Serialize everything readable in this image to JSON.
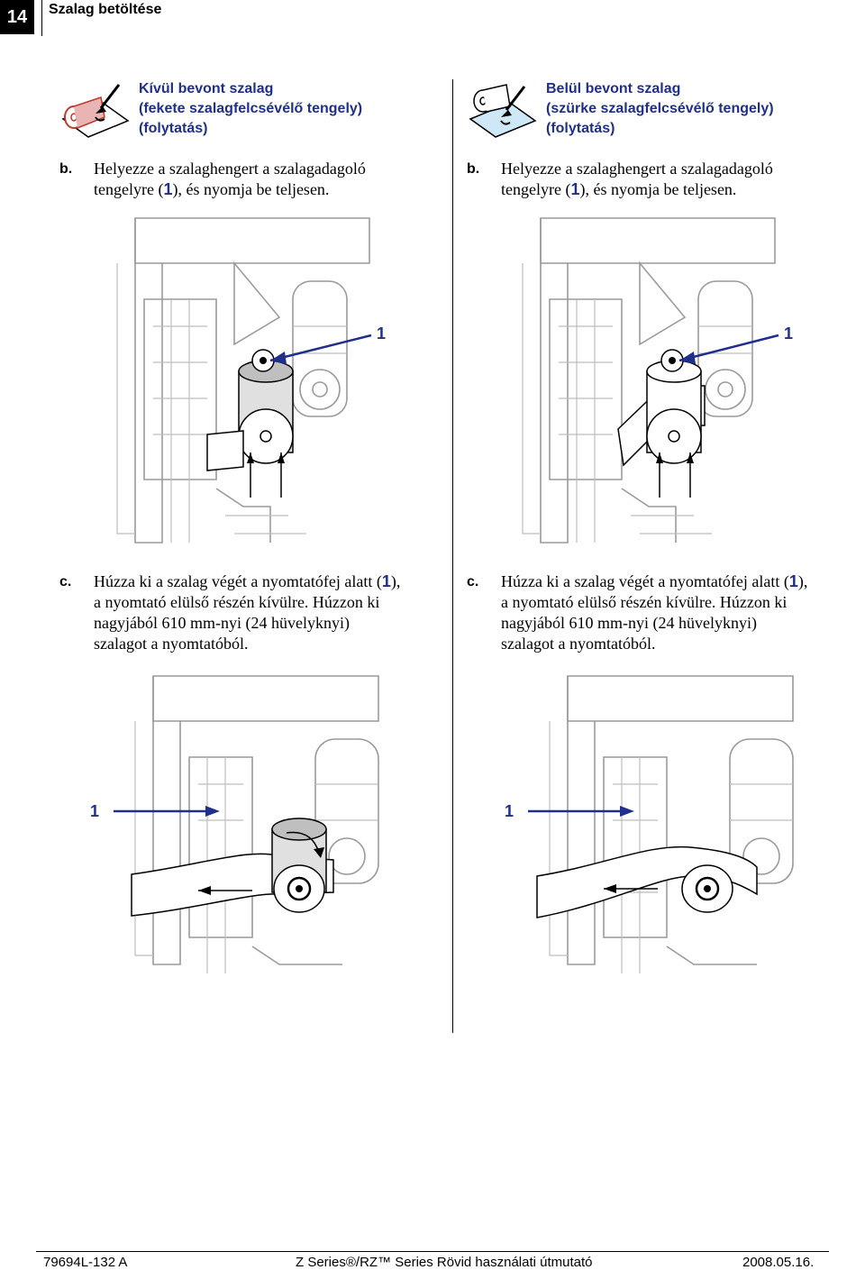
{
  "header": {
    "page_number": "14",
    "title": "Szalag betöltése"
  },
  "left": {
    "section_title": [
      "Kívül bevont szalag",
      "(fekete szalagfelcsévélő tengely)",
      "(folytatás)"
    ],
    "step_b": {
      "label": "b.",
      "lines": [
        "Helyezze a szalaghengert a szalagadagoló",
        "tengelyre (",
        "1",
        "), és nyomja be teljesen."
      ]
    },
    "step_c": {
      "label": "c.",
      "lines": [
        "Húzza ki a szalag végét a nyomtatófej alatt (",
        "1",
        "),",
        "a nyomtató elülső részén kívülre. Húzzon ki",
        "nagyjából 610 mm-nyi (24 hüvelyknyi)",
        "szalagot a nyomtatóból."
      ]
    },
    "callout_b": "1",
    "callout_c": "1"
  },
  "right": {
    "section_title": [
      "Belül bevont szalag",
      "(szürke szalagfelcsévélő tengely)",
      "(folytatás)"
    ],
    "step_b": {
      "label": "b.",
      "lines": [
        "Helyezze a szalaghengert a szalagadagoló",
        "tengelyre (",
        "1",
        "), és nyomja be teljesen."
      ]
    },
    "step_c": {
      "label": "c.",
      "lines": [
        "Húzza ki a szalag végét a nyomtatófej alatt (",
        "1",
        "),",
        "a nyomtató elülső részén kívülre. Húzzon ki",
        "nagyjából 610 mm-nyi (24 hüvelyknyi)",
        "szalagot a nyomtatóból."
      ]
    },
    "callout_b": "1",
    "callout_c": "1"
  },
  "footer": {
    "doc_number": "79694L-132 A",
    "manual_title": "Z Series®/RZ™ Series Rövid használati útmutató",
    "date": "2008.05.16."
  },
  "icons": [
    "ribbon-outside-coated-icon",
    "ribbon-inside-coated-icon"
  ],
  "colors": {
    "accent": "#1f2f8a",
    "line_art": "#9a9a9a"
  }
}
